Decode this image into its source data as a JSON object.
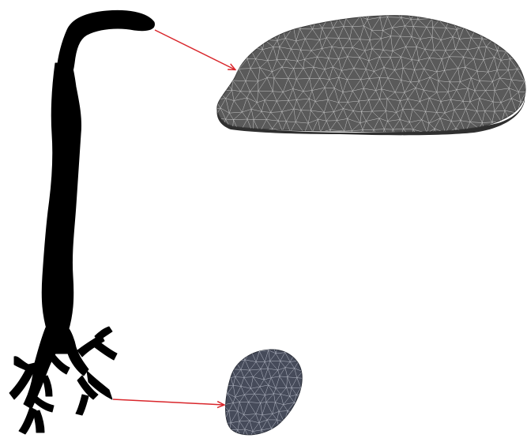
{
  "figure": {
    "background": "#ffffff",
    "airway_color": "#000000",
    "arrow_color": "#d9262b",
    "mesh_fill_large": "#5a5a5a",
    "mesh_fill_small": "#464b5a",
    "mesh_line_color": "#c8c8c8"
  },
  "parts": {
    "airway_tree": "airway-tree",
    "top_mesh": "nasal-mesh",
    "bottom_mesh": "bronchial-mesh"
  }
}
